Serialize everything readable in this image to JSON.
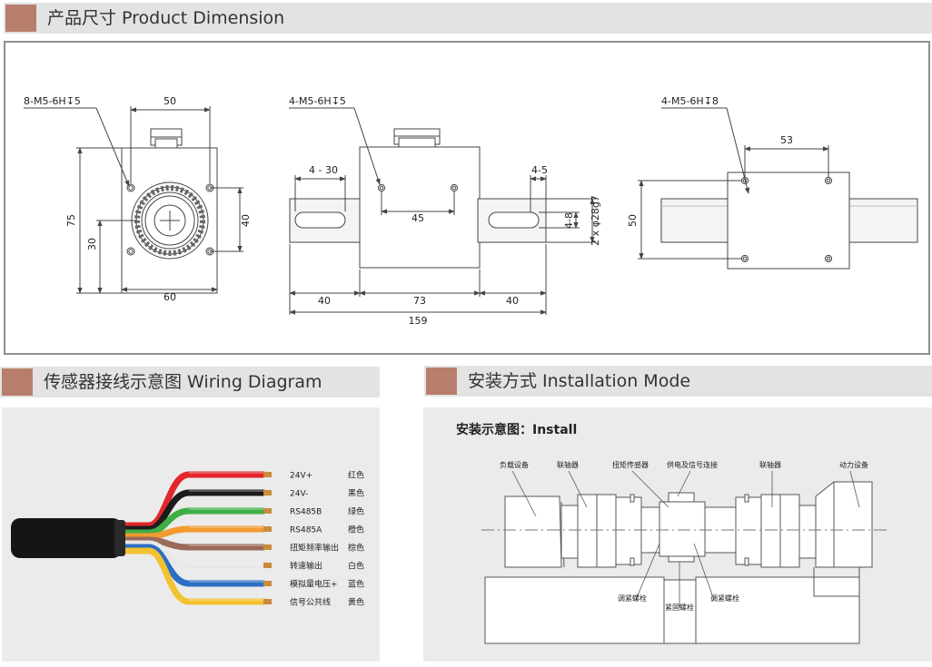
{
  "sections": {
    "product_dimension": {
      "title": "产品尺寸 Product Dimension"
    },
    "wiring_diagram": {
      "title": "传感器接线示意图 Wiring Diagram"
    },
    "installation_mode": {
      "title": "安装方式 Installation Mode"
    }
  },
  "dimension": {
    "front_view": {
      "thread_callout": "8-M5-6H↧5",
      "width_top": "50",
      "height_total": "75",
      "height_center": "30",
      "width_bottom": "60",
      "right_height": "40"
    },
    "side_view": {
      "thread_callout": "4-M5-6H↧5",
      "keyway_length": "4 - 30",
      "hole_spacing": "45",
      "key_width": "4-5",
      "key_depth": "4-8",
      "shaft_diameter": "2 x φ28g7",
      "shaft_left": "40",
      "body_length": "73",
      "shaft_right": "40",
      "total_length": "159"
    },
    "top_view": {
      "thread_callout": "4-M5-6H↧8",
      "hole_spacing": "53",
      "height": "50"
    }
  },
  "wiring": {
    "wires": [
      {
        "signal": "24V+",
        "color_name": "红色",
        "hex": "#e3262a"
      },
      {
        "signal": "24V-",
        "color_name": "黑色",
        "hex": "#1c1c1c"
      },
      {
        "signal": "RS485B",
        "color_name": "绿色",
        "hex": "#3eae47"
      },
      {
        "signal": "RS485A",
        "color_name": "橙色",
        "hex": "#f29a2e"
      },
      {
        "signal": "扭矩频率输出",
        "color_name": "棕色",
        "hex": "#9a6a5a"
      },
      {
        "signal": "转速输出",
        "color_name": "白色",
        "hex": "#e8e8e8"
      },
      {
        "signal": "模拟量电压+",
        "color_name": "蓝色",
        "hex": "#2a6fc4"
      },
      {
        "signal": "信号公共线",
        "color_name": "黄色",
        "hex": "#f2c230"
      }
    ]
  },
  "install": {
    "heading": "安装示意图：Install",
    "labels": {
      "load_device": "负载设备",
      "coupling_left": "联轴器",
      "torque_sensor": "扭矩传感器",
      "power_signal": "供电及信号连接",
      "coupling_right": "联轴器",
      "power_device": "动力设备",
      "adjust_bolt_left": "调紧螺栓",
      "fasten_bolt": "紧固螺栓",
      "adjust_bolt_right": "调紧螺栓"
    }
  }
}
